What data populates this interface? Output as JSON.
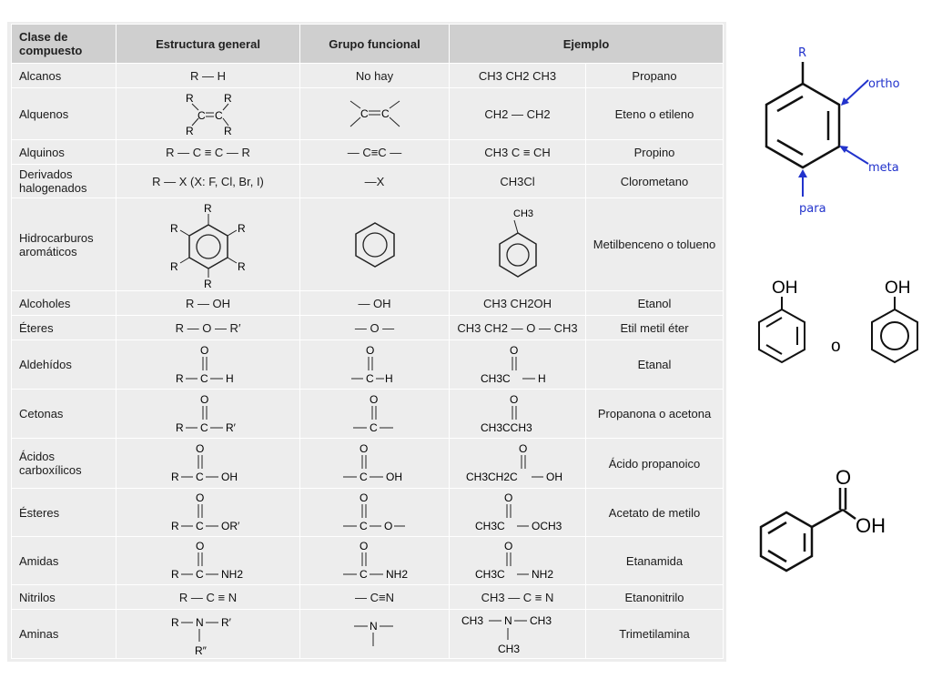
{
  "table": {
    "headers": [
      "Clase de compuesto",
      "Estructura general",
      "Grupo funcional",
      "Ejemplo"
    ],
    "rows": [
      {
        "clase": "Alcanos",
        "estructura": "R — H",
        "grupo": "No hay",
        "ejemplo": "CH3 CH2 CH3",
        "nombre": "Propano"
      },
      {
        "clase": "Alquenos",
        "estructura": "",
        "grupo": "",
        "ejemplo": "CH2 — CH2",
        "nombre": "Eteno o etileno"
      },
      {
        "clase": "Alquinos",
        "estructura": "R — C ≡ C — R",
        "grupo": "— C≡C —",
        "ejemplo": "CH3 C ≡ CH",
        "nombre": "Propino"
      },
      {
        "clase": "Derivados halogenados",
        "estructura": "R — X  (X: F, Cl, Br, I)",
        "grupo": "—X",
        "ejemplo": "CH3Cl",
        "nombre": "Clorometano"
      },
      {
        "clase": "Hidrocarburos aromáticos",
        "estructura": "",
        "grupo": "",
        "ejemplo": "",
        "nombre": "Metilbenceno o tolueno"
      },
      {
        "clase": "Alcoholes",
        "estructura": "R — OH",
        "grupo": "— OH",
        "ejemplo": "CH3 CH2OH",
        "nombre": "Etanol"
      },
      {
        "clase": "Éteres",
        "estructura": "R — O — R′",
        "grupo": "— O —",
        "ejemplo": "CH3 CH2 — O — CH3",
        "nombre": "Etil metil éter"
      },
      {
        "clase": "Aldehídos",
        "estructura": "",
        "grupo": "",
        "ejemplo": "",
        "nombre": "Etanal"
      },
      {
        "clase": "Cetonas",
        "estructura": "",
        "grupo": "",
        "ejemplo": "",
        "nombre": "Propanona o acetona"
      },
      {
        "clase": "Ácidos carboxílicos",
        "estructura": "",
        "grupo": "",
        "ejemplo": "",
        "nombre": "Ácido propanoico"
      },
      {
        "clase": "Ésteres",
        "estructura": "",
        "grupo": "",
        "ejemplo": "",
        "nombre": "Acetato de metilo"
      },
      {
        "clase": "Amidas",
        "estructura": "",
        "grupo": "",
        "ejemplo": "",
        "nombre": "Etanamida"
      },
      {
        "clase": "Nitrilos",
        "estructura": "R — C ≡ N",
        "grupo": "— C≡N",
        "ejemplo": "CH3 — C ≡ N",
        "nombre": "Etanonitrilo"
      },
      {
        "clase": "Aminas",
        "estructura": "",
        "grupo": "",
        "ejemplo": "",
        "nombre": "Trimetilamina"
      }
    ]
  },
  "benzene_positions": {
    "r": "R",
    "ortho": "ortho",
    "meta": "meta",
    "para": "para"
  },
  "phenol": {
    "oh_left": "OH",
    "oh_right": "OH",
    "or": "o"
  },
  "benzoic_acid": {
    "o": "O",
    "oh": "OH"
  },
  "formula_fragments": {
    "r": "R",
    "r1": "R′",
    "r2": "R″",
    "c": "C",
    "o": "O",
    "h": "H",
    "oh": "OH",
    "n": "N",
    "nh2": "NH2",
    "or1": "OR′",
    "och3": "OCH3",
    "ch3": "CH3",
    "ch3c": "CH3C",
    "ch3cch3": "CH3CCH3",
    "ch3ch2c": "CH3CH2C"
  },
  "colors": {
    "label_blue": "#2233cc",
    "header_gray": "#cfcfcf",
    "scan_bg": "#ededed"
  }
}
